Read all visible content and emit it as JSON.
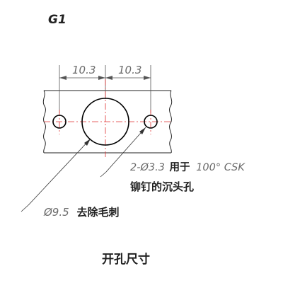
{
  "figure_label": "G1",
  "dimensions": {
    "left": "10.3",
    "right": "10.3"
  },
  "callouts": {
    "small_holes_spec": "2-Ø3.3",
    "small_holes_use_a": "用于",
    "small_holes_angle": "100° CSK",
    "small_holes_use_b": "铆钉的沉头孔",
    "large_hole_spec": "Ø9.5",
    "large_hole_note": "去除毛刺"
  },
  "caption": "开孔尺寸",
  "colors": {
    "outline": "#000000",
    "centerline": "#e03030",
    "dimension": "#555555",
    "leader": "#333333"
  }
}
